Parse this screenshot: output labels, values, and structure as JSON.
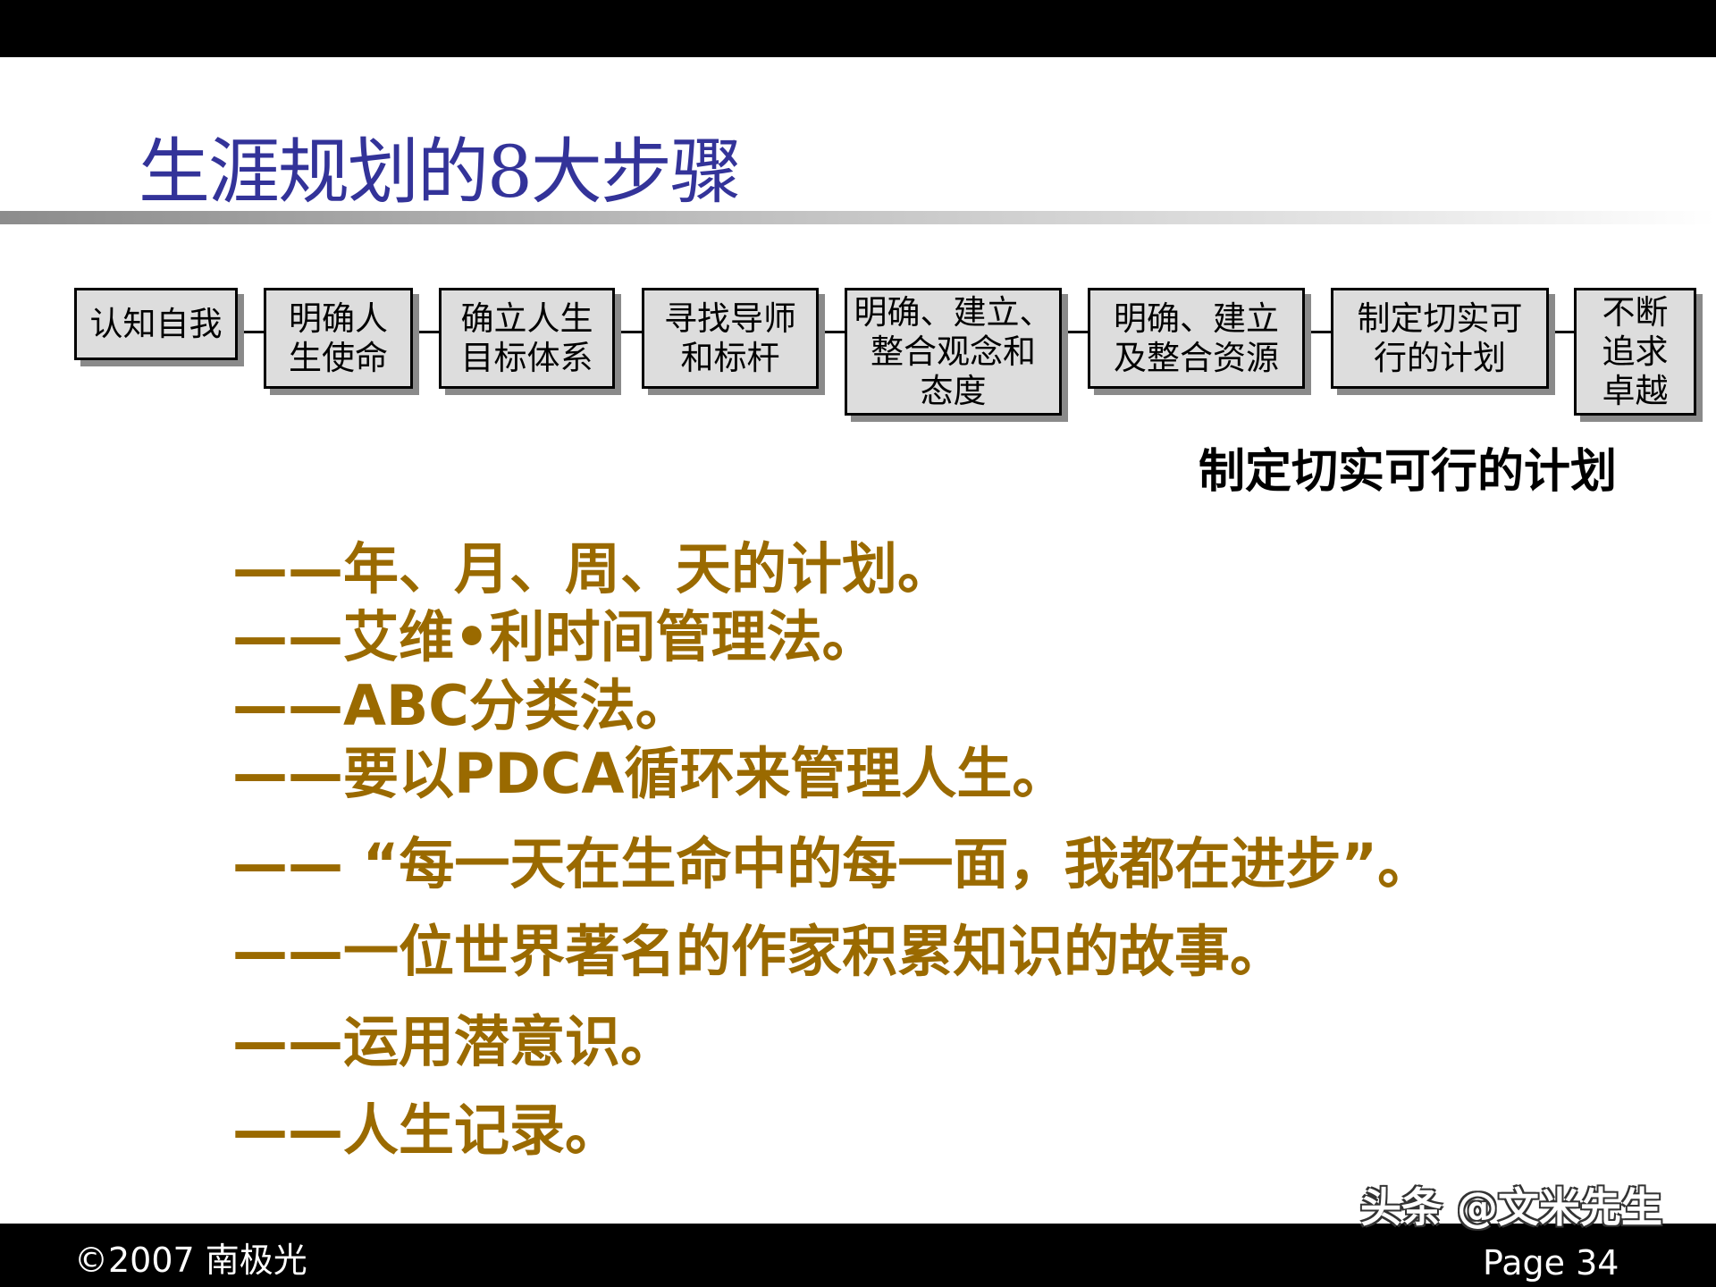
{
  "slide": {
    "title": "生涯规划的8大步骤",
    "steps": [
      "认知自我",
      "明确人\n生使命",
      "确立人生\n目标体系",
      "寻找导师\n和标杆",
      "明确、建立、\n整合观念和\n态度",
      "明确、建立\n及整合资源",
      "制定切实可\n行的计划",
      "不断\n追求\n卓越"
    ],
    "subtitle": "制定切实可行的计划",
    "items": [
      "——年、月、周、天的计划。",
      "——艾维•利时间管理法。",
      "——ABC分类法。",
      "——要以PDCA循环来管理人生。",
      "——  “每一天在生命中的每一面，我都在进步”。",
      "——一位世界著名的作家积累知识的故事。",
      "——运用潜意识。",
      "——人生记录。"
    ],
    "colors": {
      "title": "#333399",
      "items": "#9a6a00",
      "step_fill": "#dddddd"
    }
  },
  "footer": {
    "copyright": "©2007 南极光",
    "page": "Page 34",
    "watermark": "头条 @文米先生"
  }
}
